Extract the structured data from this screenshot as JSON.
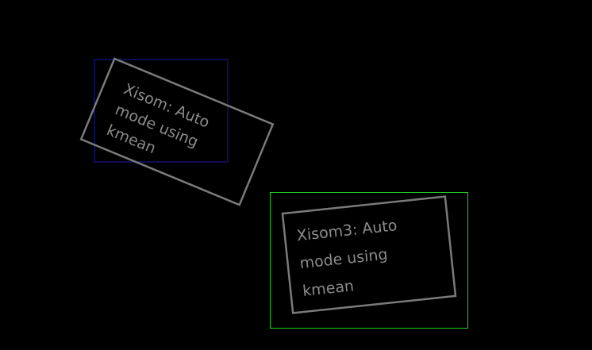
{
  "colors": {
    "background": "#000000",
    "box_outline": "#7a7a7a",
    "text": "#8a8a8a",
    "bbox_blue": "#1a1aa6",
    "bbox_green": "#22cc22"
  },
  "boxes": [
    {
      "lines": [
        "Xisom: Auto",
        "mode using",
        "kmean"
      ]
    },
    {
      "lines": [
        "Xisom3: Auto",
        "mode using",
        "kmean"
      ]
    }
  ]
}
